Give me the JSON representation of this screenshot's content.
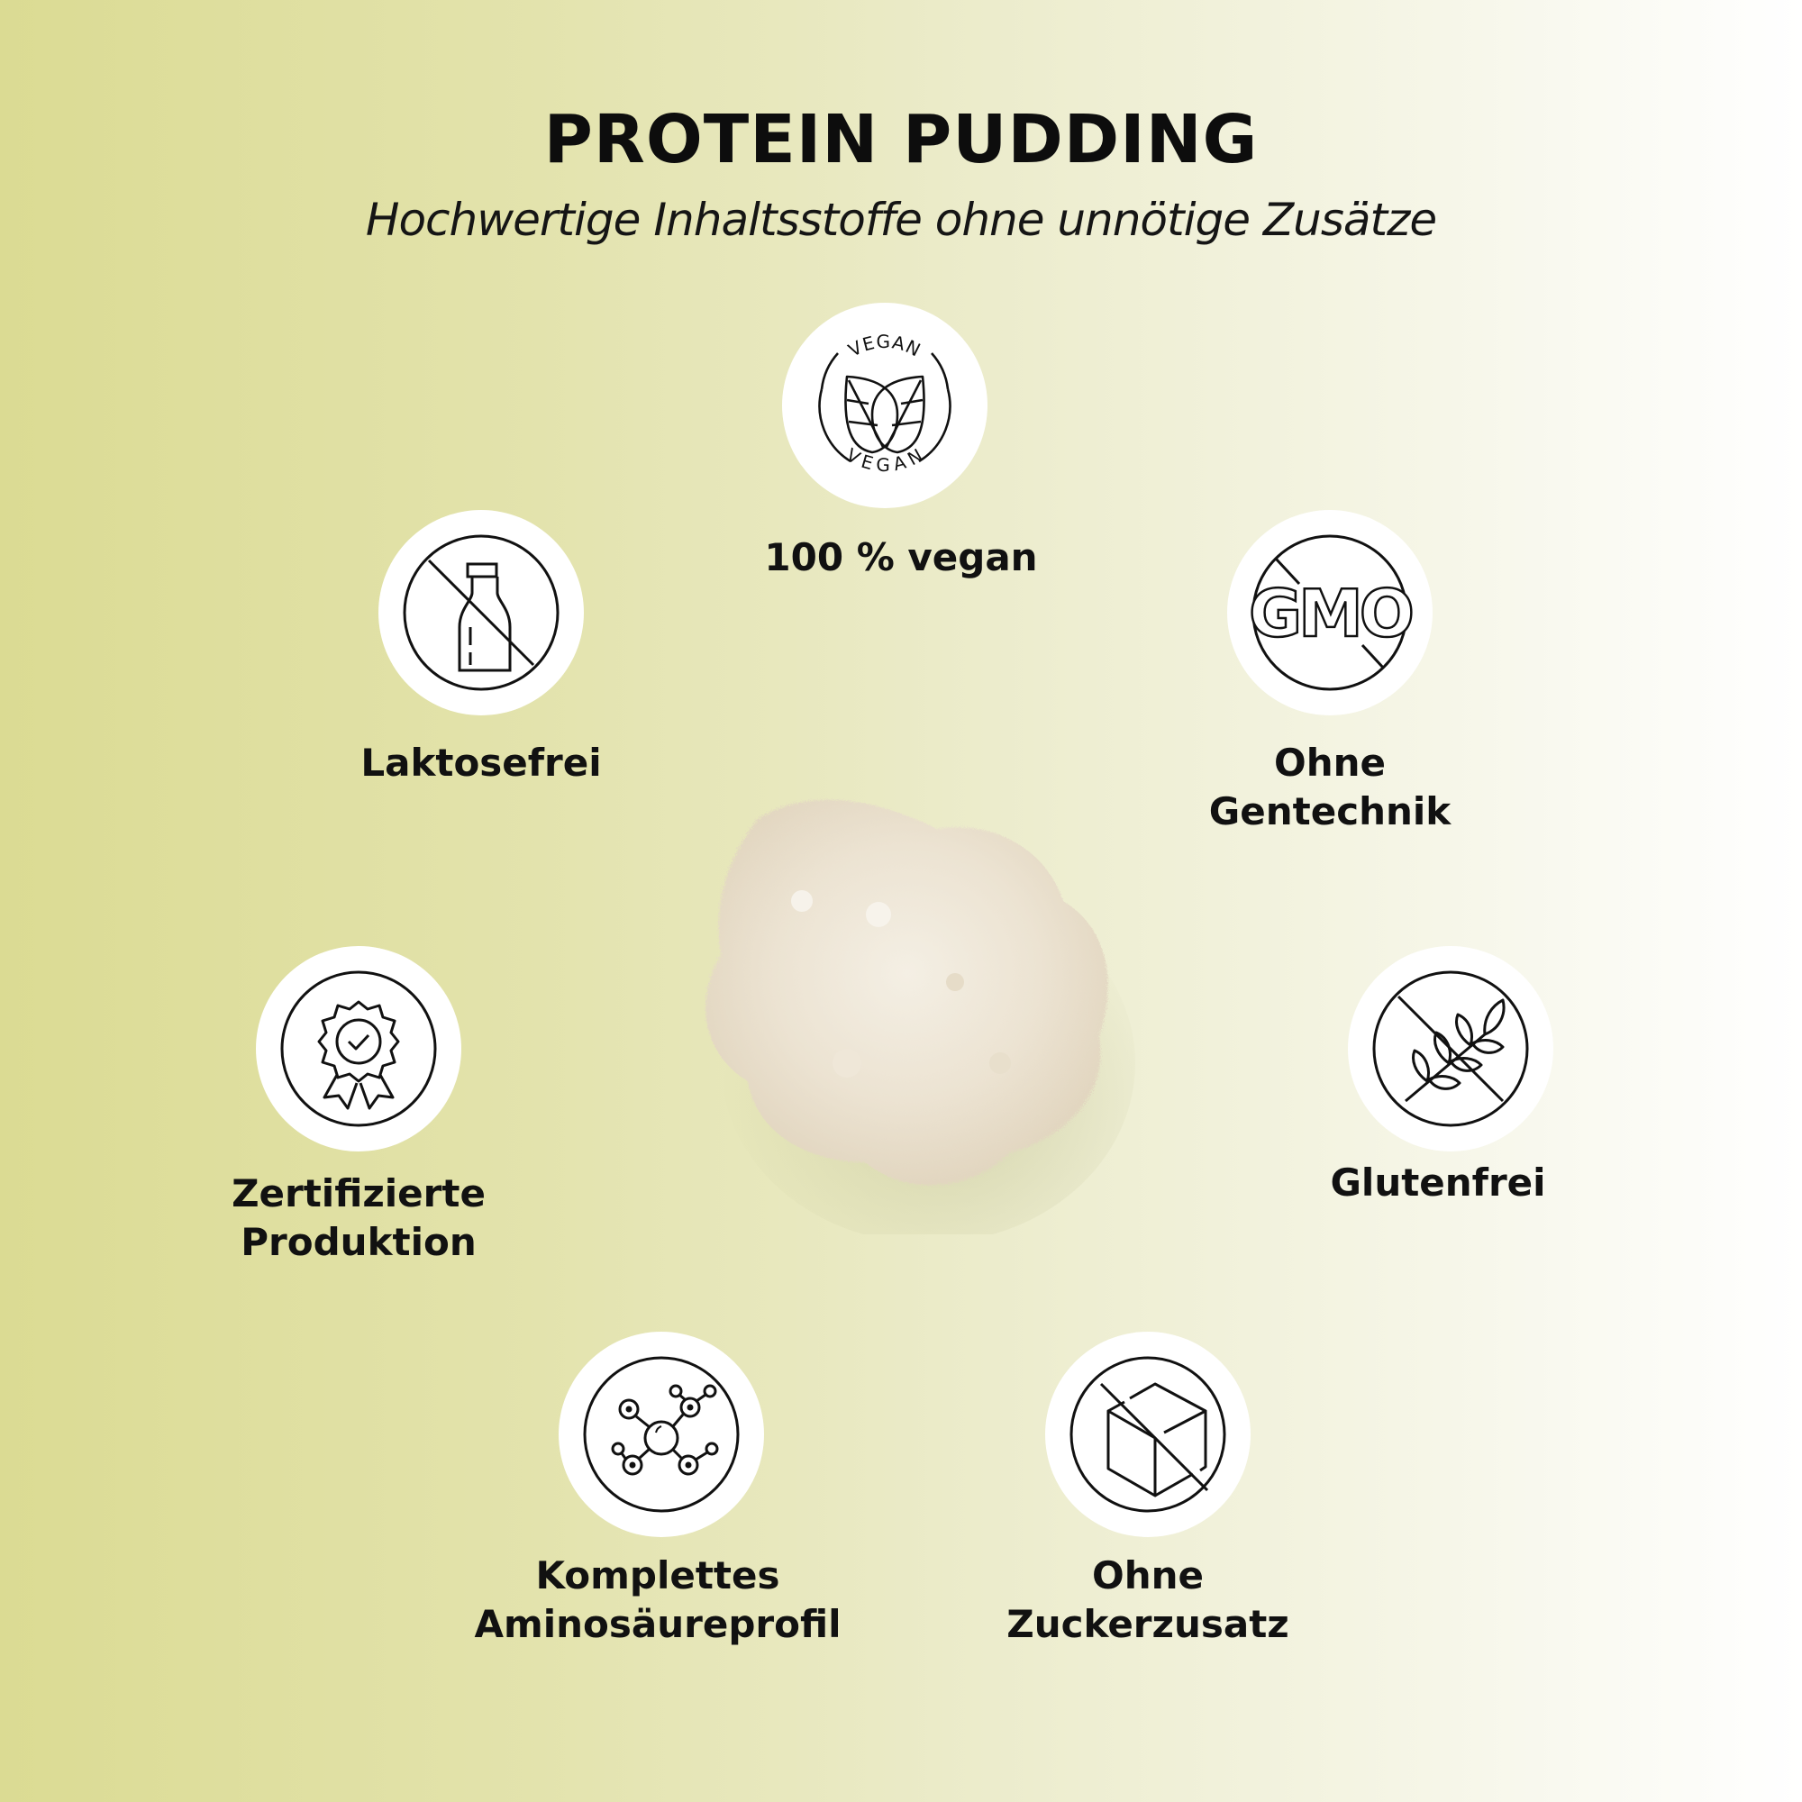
{
  "header": {
    "title": "PROTEIN PUDDING",
    "subtitle": "Hochwertige Inhaltsstoffe ohne unnötige Zusätze"
  },
  "colors": {
    "background_left": "#dbdb93",
    "background_right": "#ffffff",
    "badge_fill": "#ffffff",
    "icon_stroke": "#111111",
    "text": "#111111"
  },
  "features": [
    {
      "id": "vegan",
      "icon": "vegan-leaves-icon",
      "badge_text_top": "VEGAN",
      "badge_text_bottom": "VEGAN",
      "label_line1": "100 % vegan",
      "label_line2": ""
    },
    {
      "id": "lactose",
      "icon": "no-milk-bottle-icon",
      "label_line1": "Laktosefrei",
      "label_line2": ""
    },
    {
      "id": "gmo",
      "icon": "no-gmo-icon",
      "icon_text": "GMO",
      "label_line1": "Ohne",
      "label_line2": "Gentechnik"
    },
    {
      "id": "certified",
      "icon": "certified-award-icon",
      "label_line1": "Zertifizierte",
      "label_line2": "Produktion"
    },
    {
      "id": "gluten",
      "icon": "no-wheat-icon",
      "label_line1": "Glutenfrei",
      "label_line2": ""
    },
    {
      "id": "amino",
      "icon": "molecule-icon",
      "label_line1": "Komplettes",
      "label_line2": "Aminosäureprofil"
    },
    {
      "id": "sugar",
      "icon": "no-sugar-cube-icon",
      "label_line1": "Ohne",
      "label_line2": "Zuckerzusatz"
    }
  ],
  "center_image": {
    "name": "protein-powder-pile"
  }
}
